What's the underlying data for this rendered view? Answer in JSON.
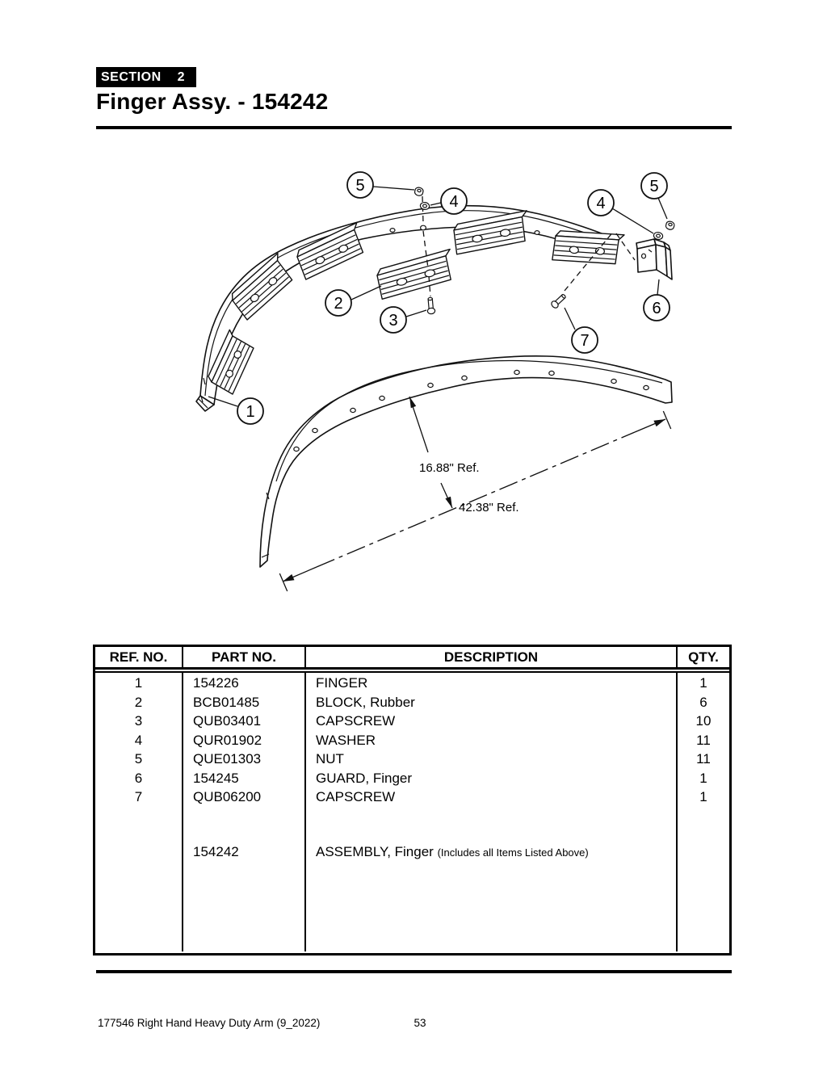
{
  "header": {
    "section_label": "SECTION",
    "section_number": "2",
    "title": "Finger Assy. - 154242"
  },
  "diagram": {
    "callouts": {
      "one": "1",
      "two": "2",
      "three": "3",
      "four_left": "4",
      "five_left": "5",
      "four_right": "4",
      "five_right": "5",
      "six": "6",
      "seven": "7"
    },
    "dimensions": {
      "arc_height": "16.88\" Ref.",
      "chord": "42.38\" Ref."
    }
  },
  "table": {
    "headers": [
      "REF. NO.",
      "PART NO.",
      "DESCRIPTION",
      "QTY."
    ],
    "rows": [
      {
        "ref": "1",
        "part": "154226",
        "desc": "FINGER",
        "qty": "1"
      },
      {
        "ref": "2",
        "part": "BCB01485",
        "desc": "BLOCK, Rubber",
        "qty": "6"
      },
      {
        "ref": "3",
        "part": "QUB03401",
        "desc": "CAPSCREW",
        "qty": "10"
      },
      {
        "ref": "4",
        "part": "QUR01902",
        "desc": "WASHER",
        "qty": "11"
      },
      {
        "ref": "5",
        "part": "QUE01303",
        "desc": "NUT",
        "qty": "11"
      },
      {
        "ref": "6",
        "part": "154245",
        "desc": "GUARD, Finger",
        "qty": "1"
      },
      {
        "ref": "7",
        "part": "QUB06200",
        "desc": "CAPSCREW",
        "qty": "1"
      }
    ],
    "assembly": {
      "part": "154242",
      "desc": "ASSEMBLY, Finger",
      "note": "(Includes all Items Listed Above)"
    }
  },
  "footer": {
    "document": "177546 Right Hand Heavy Duty Arm (9_2022)",
    "page": "53"
  }
}
